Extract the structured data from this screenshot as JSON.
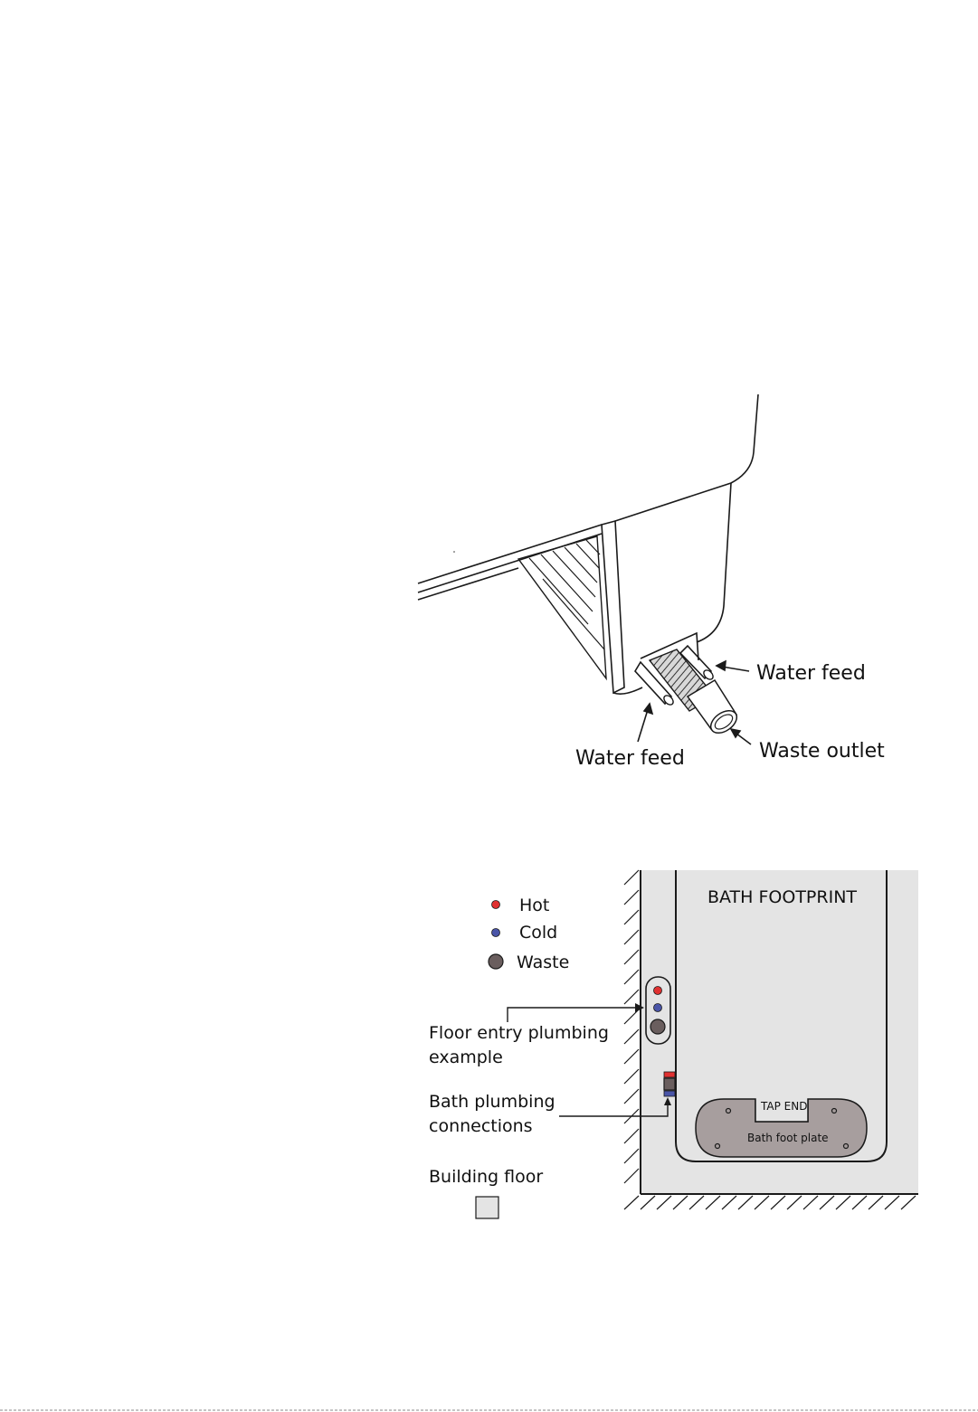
{
  "figure1": {
    "labels": {
      "water_feed_right": "Water feed",
      "water_feed_left": "Water feed",
      "waste_outlet": "Waste outlet"
    }
  },
  "figure2": {
    "legend": {
      "hot": "Hot",
      "cold": "Cold",
      "waste": "Waste"
    },
    "bath_footprint": "BATH FOOTPRINT",
    "tap_end": "TAP END",
    "foot_plate": "Bath foot plate",
    "floor_entry_line1": "Floor entry plumbing",
    "floor_entry_line2": "example",
    "connections_line1": "Bath plumbing",
    "connections_line2": "connections",
    "building_floor": "Building floor",
    "colors": {
      "hot": "#e03030",
      "cold": "#4a55a8",
      "waste": "#6a5e5e",
      "floor": "#e4e4e4",
      "plate": "#a79e9e"
    }
  }
}
